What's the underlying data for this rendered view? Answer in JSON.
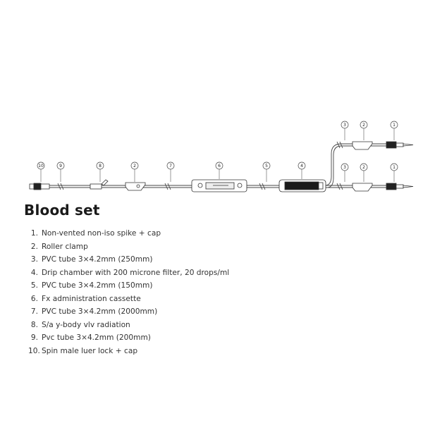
{
  "title": "Blood set",
  "callouts": {
    "c10": "10",
    "c9": "9",
    "c8": "8",
    "c2a": "2",
    "c7": "7",
    "c6": "6",
    "c5": "5",
    "c4": "4",
    "c3_top": "3",
    "c2_top": "2",
    "c1_top": "1",
    "c3_bot": "3",
    "c2_bot": "2",
    "c1_bot": "1"
  },
  "legend": [
    {
      "num": "1.",
      "text": "Non-vented non-iso spike + cap"
    },
    {
      "num": "2.",
      "text": "Roller clamp"
    },
    {
      "num": "3.",
      "text": "PVC tube 3×4.2mm (250mm)"
    },
    {
      "num": "4.",
      "text": "Drip chamber with 200 microne filter, 20 drops/ml"
    },
    {
      "num": "5.",
      "text": "PVC tube 3×4.2mm (150mm)"
    },
    {
      "num": "6.",
      "text": "Fx administration cassette"
    },
    {
      "num": "7.",
      "text": "PVC tube 3×4.2mm (2000mm)"
    },
    {
      "num": "8.",
      "text": "S/a y-body vlv radiation"
    },
    {
      "num": "9.",
      "text": "Pvc tube 3×4.2mm (200mm)"
    },
    {
      "num": "10.",
      "text": "Spin male luer lock + cap"
    }
  ]
}
